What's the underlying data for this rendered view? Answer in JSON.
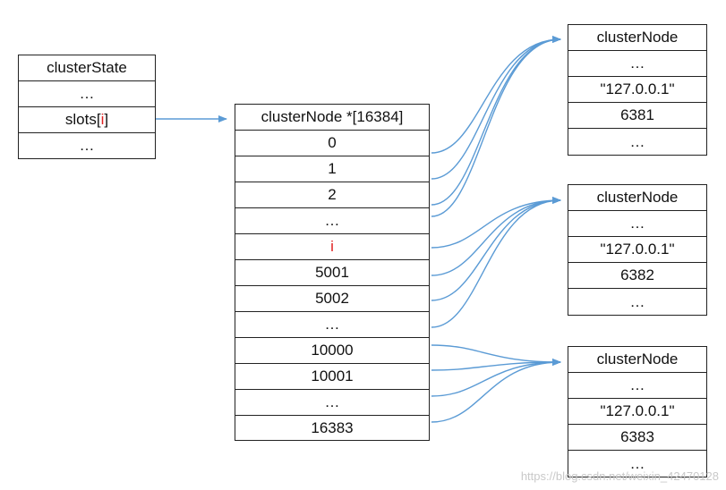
{
  "cluster_state": {
    "rows": [
      "clusterState",
      "…",
      "slots[",
      "…"
    ],
    "slots_suffix": "]",
    "slots_index": "i"
  },
  "slots_table": {
    "rows": [
      "clusterNode *[16384]",
      "0",
      "1",
      "2",
      "…",
      "i",
      "5001",
      "5002",
      "…",
      "10000",
      "10001",
      "…",
      "16383"
    ]
  },
  "nodes": [
    {
      "rows": [
        "clusterNode",
        "…",
        "\"127.0.0.1\"",
        "6381",
        "…"
      ]
    },
    {
      "rows": [
        "clusterNode",
        "…",
        "\"127.0.0.1\"",
        "6382",
        "…"
      ]
    },
    {
      "rows": [
        "clusterNode",
        "…",
        "\"127.0.0.1\"",
        "6383",
        "…"
      ]
    }
  ],
  "colors": {
    "arrow": "#5b9bd5",
    "highlight": "#e02020",
    "border": "#222222"
  },
  "watermark": "https://blog.csdn.net/weixin_42470128"
}
